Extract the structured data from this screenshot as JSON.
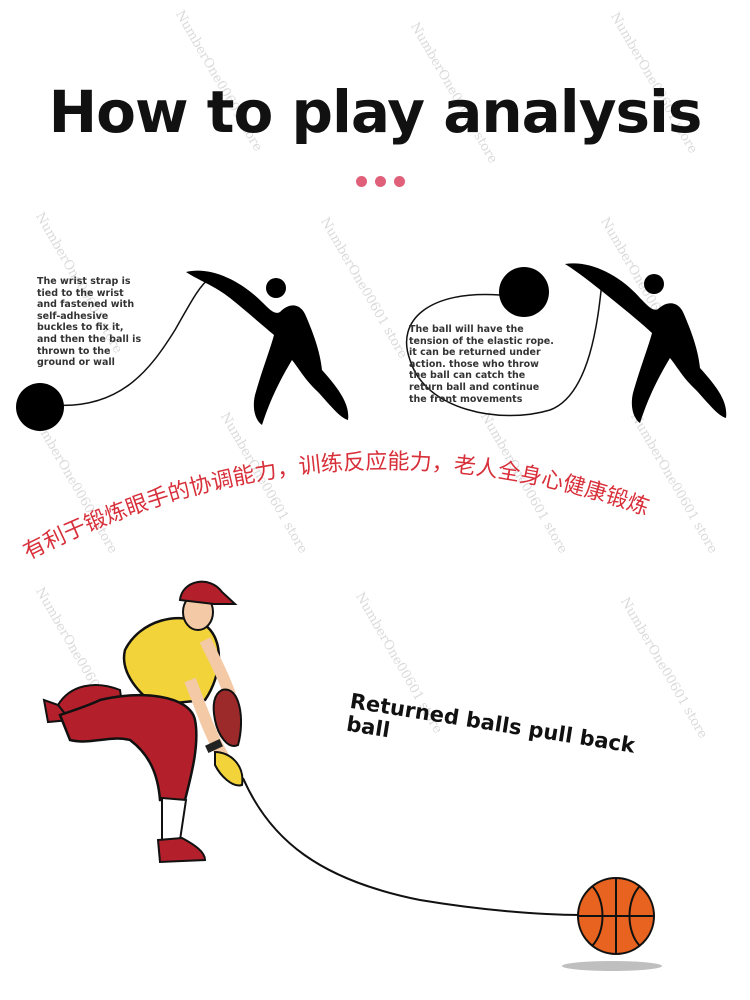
{
  "title": "How to play analysis",
  "left_note": "The wrist strap is tied to the wrist and fastened with self-adhesive buckles to fix it, and then the ball is thrown to the ground or wall",
  "right_note": "The ball will have the tension of the elastic rope. it can be returned under action. those who throw the ball can catch the return ball and continue the front movements",
  "chinese_banner": "有利于锻炼眼手的协调能力，训练反应能力，老人全身心健康锻炼",
  "callout": "Returned balls pull back ball",
  "watermark_text": "NumberOne00601 store",
  "colors": {
    "accent_dots": "#e0607a",
    "banner_red": "#d8303a",
    "basketball": "#e8631f",
    "jersey_yellow": "#f2d43a",
    "pants_red": "#b3202c"
  }
}
